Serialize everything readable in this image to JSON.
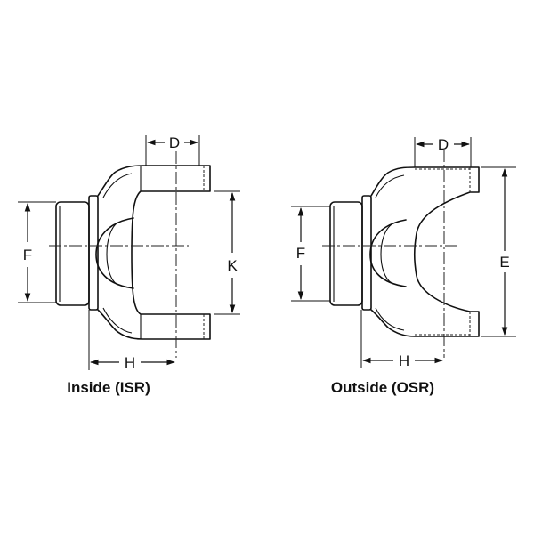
{
  "isr": {
    "caption": "Inside (ISR)",
    "labels": {
      "D": "D",
      "F": "F",
      "H": "H",
      "K": "K"
    }
  },
  "osr": {
    "caption": "Outside (OSR)",
    "labels": {
      "D": "D",
      "F": "F",
      "H": "H",
      "E": "E"
    }
  }
}
